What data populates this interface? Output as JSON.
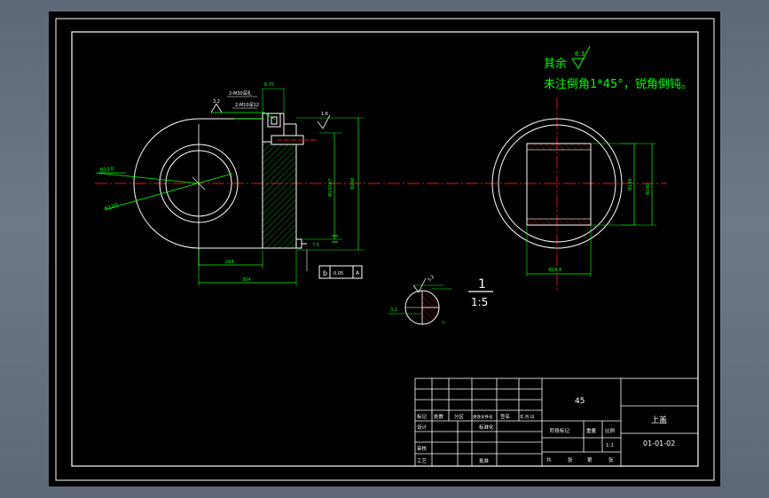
{
  "notes": {
    "line1_prefix": "其余",
    "roughness_general": "6.3",
    "line2": "未注倒角1*45°，锐角倒钝。"
  },
  "scale_label": {
    "numerator": "1",
    "denominator": "1:5"
  },
  "left_view": {
    "dim_r110": "R110",
    "dim_d120": "Φ120",
    "dim_284": "284",
    "dim_304": "304",
    "dim_d240": "Φ240",
    "dim_d150_h7": "Φ150H7",
    "dim_6_075": "6.75",
    "dim_16": "1.6",
    "dim_75": "7.5",
    "roughness_32": "3.2",
    "leader_top": "2-M30深孔",
    "leader_bottom": "2-M10深12",
    "tolerance_symbol": "b",
    "tolerance_value": "0.05",
    "tolerance_datum": "A"
  },
  "detail_view": {
    "roughness_32": "3.2",
    "dim_32": "3.2",
    "dim_small": "1"
  },
  "right_view": {
    "dim_d180": "Φ180",
    "dim_d240": "Φ240",
    "dim_bottom": "Φ18.4"
  },
  "title_block": {
    "material": "45",
    "part_name": "上盖",
    "drawing_no": "01-01-02",
    "header_cells": [
      "标记",
      "处数",
      "分区",
      "更改文件号",
      "签名",
      "年.月.日"
    ],
    "row_design": "设计",
    "row_standard": "标准化",
    "row_review": "审核",
    "row_process": "工艺",
    "row_approve": "批准",
    "stage_label": "阶段标记",
    "weight_label": "重量",
    "scale_label": "比例",
    "scale_value": "1:1",
    "sheet_total": "共",
    "sheet_num": "张",
    "sheet_of": "第",
    "sheet_page": "张"
  }
}
